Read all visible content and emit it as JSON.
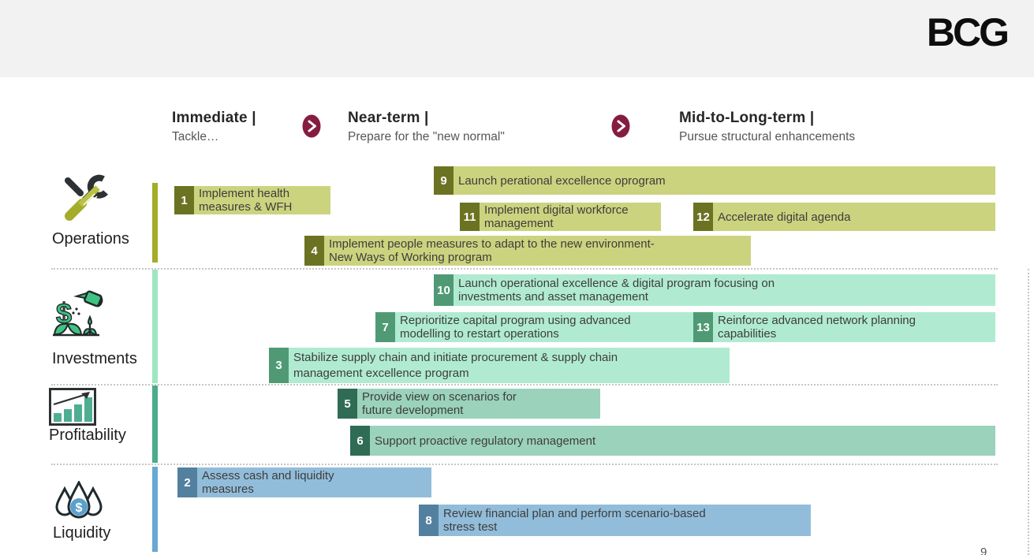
{
  "brand": {
    "logo_text": "BCG"
  },
  "page_number": "9",
  "colors": {
    "header_band": "#f2f2f2",
    "arrow_badge": "#851d41",
    "operations": {
      "fill": "#ccd37e",
      "chip": "#6b7322",
      "accent": "#a3ad2a"
    },
    "investments": {
      "fill": "#b0ebd1",
      "chip": "#4f9a74",
      "accent": "#9fe6c4"
    },
    "profitability": {
      "fill": "#9bd2bc",
      "chip": "#2f6b55",
      "accent": "#4aab8d"
    },
    "liquidity": {
      "fill": "#92bdda",
      "chip": "#53809f",
      "accent": "#68a8d4"
    }
  },
  "icons": {
    "arrow": "chevron-right-circle-icon",
    "operations": "crossed-tools-icon",
    "investments": "watering-can-dollar-plant-icon",
    "profitability": "growth-bar-chart-icon",
    "liquidity": "water-drops-dollar-icon"
  },
  "header": {
    "phases": [
      {
        "title": "Immediate |",
        "subtitle": "Tackle…"
      },
      {
        "title": "Near-term |",
        "subtitle": "Prepare for the \"new normal\""
      },
      {
        "title": "Mid-to-Long-term |",
        "subtitle": "Pursue structural enhancements"
      }
    ]
  },
  "categories": [
    {
      "label": "Operations",
      "icon": "crossed-tools-icon"
    },
    {
      "label": "Investments",
      "icon": "watering-can-dollar-plant-icon"
    },
    {
      "label": "Profitability",
      "icon": "growth-bar-chart-icon"
    },
    {
      "label": "Liquidity",
      "icon": "water-drops-dollar-icon"
    }
  ],
  "initiatives": {
    "operations": [
      {
        "num": "9",
        "text": "Launch perational excellence oprogram"
      },
      {
        "num": "1",
        "text": "Implement health\nmeasures & WFH"
      },
      {
        "num": "11",
        "text": "Implement digital workforce\nmanagement"
      },
      {
        "num": "12",
        "text": "Accelerate digital agenda"
      },
      {
        "num": "4",
        "text": "Implement people measures to adapt to the new environment-\nNew Ways of Working program"
      }
    ],
    "investments": [
      {
        "num": "10",
        "text": "Launch operational excellence & digital program focusing on\ninvestments and asset management"
      },
      {
        "num": "7",
        "text": "Reprioritize capital program using advanced\nmodelling to restart operations"
      },
      {
        "num": "13",
        "text": "Reinforce advanced network planning\ncapabilities"
      },
      {
        "num": "3",
        "text": "Stabilize supply chain and initiate procurement & supply chain\nmanagement excellence program"
      }
    ],
    "profitability": [
      {
        "num": "5",
        "text": "Provide view on scenarios for\nfuture development"
      },
      {
        "num": "6",
        "text": "Support proactive regulatory management"
      }
    ],
    "liquidity": [
      {
        "num": "2",
        "text": "Assess cash and liquidity\nmeasures"
      },
      {
        "num": "8",
        "text": "Review financial plan and perform scenario-based\nstress test"
      }
    ]
  }
}
